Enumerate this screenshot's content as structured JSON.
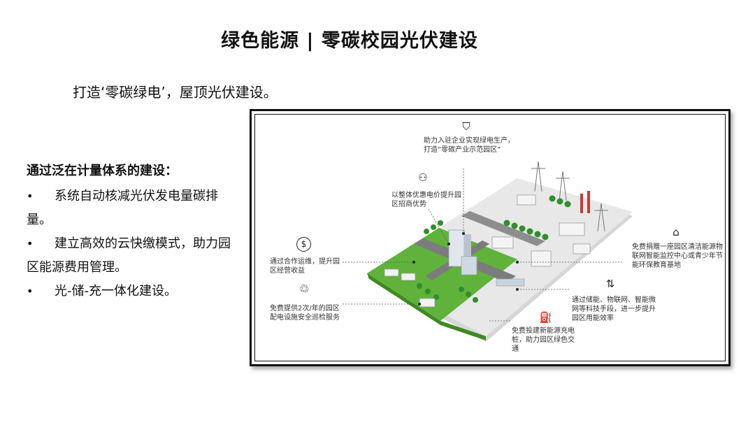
{
  "title": "绿色能源 |  零碳校园光伏建设",
  "subtitle": "打造‘零碳绿电’，屋顶光伏建设。",
  "left": {
    "heading": "通过泛在计量体系的建设：",
    "bullets": [
      {
        "dot": "•",
        "text": "系统自动核减光伏发电量碳排量。"
      },
      {
        "dot": "•",
        "text": "建立高效的云快缴模式，助力园区能源费用管理。"
      },
      {
        "dot": "•",
        "text": "光-储-充一体化建设。"
      }
    ]
  },
  "illustration": {
    "annotations": {
      "top": "助力入驻企业实现绿电生产，打造“零碳产业示范园区”",
      "preferential": "以整体优惠电价提升园区招商优势",
      "operation": "通过合作运维，提升园区经营收益",
      "inspection": "免费提供2次/年的园区配电设施安全巡检服务",
      "donation": "免费捐赠一座园区清洁能源物联网智能监控中心或青少年节能环保教育基地",
      "efficiency": "通过储能、物联网、智能微网等科技手段，进一步提升园区用能效率",
      "charging": "免费投建新能源充电桩，助力园区绿色交通"
    },
    "icons": {
      "top": "star-shield-icon",
      "preferential": "person-plus-icon",
      "operation": "dollar-icon",
      "inspection": "recycle-icon",
      "donation": "house-icon",
      "efficiency": "battery-arrows-icon",
      "charging": "charging-station-icon"
    },
    "colors": {
      "grass": "#5fb33a",
      "road": "#8a8a8a",
      "platform": "#e6e6e6",
      "tree": "#2f8f2a"
    }
  }
}
